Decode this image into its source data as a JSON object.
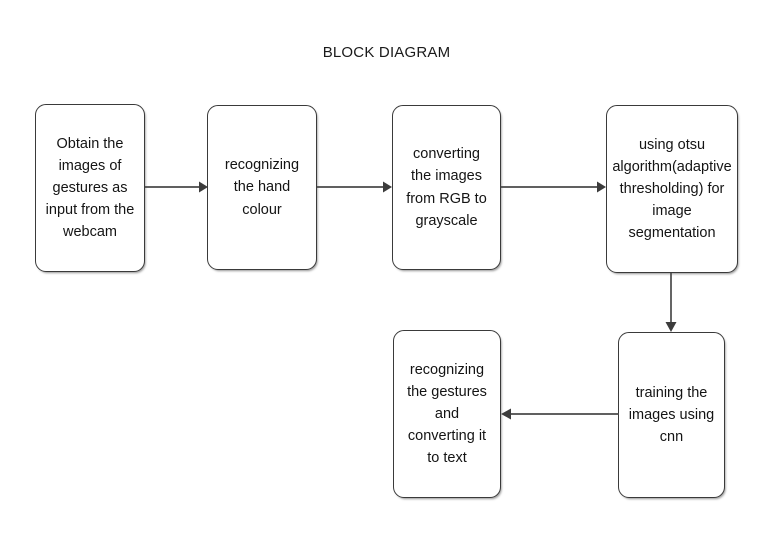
{
  "diagram": {
    "title": "BLOCK DIAGRAM",
    "background_color": "#ffffff",
    "node_border_color": "#3a3a3a",
    "node_fill_color": "#ffffff",
    "text_color": "#141414",
    "connector_color": "#4a4a4a",
    "nodes": [
      {
        "id": "capture",
        "label": "Obtain the\nimages of\ngestures as\ninput from the\nwebcam"
      },
      {
        "id": "hand-colour",
        "label": "recognizing\nthe hand\ncolour"
      },
      {
        "id": "grayscale",
        "label": "converting\nthe images\nfrom RGB to\ngrayscale"
      },
      {
        "id": "segmentation",
        "label": "using otsu\nalgorithm(adaptive\nthresholding) for\nimage\nsegmentation"
      },
      {
        "id": "training",
        "label": "training the\nimages using\ncnn"
      },
      {
        "id": "output",
        "label": "recognizing\nthe gestures\nand\nconverting it\nto text"
      }
    ],
    "connectors": [
      {
        "id": "capture-to-hand-colour",
        "from": "capture",
        "to": "hand-colour",
        "direction": "right"
      },
      {
        "id": "hand-colour-to-grayscale",
        "from": "hand-colour",
        "to": "grayscale",
        "direction": "right"
      },
      {
        "id": "grayscale-to-segmentation",
        "from": "grayscale",
        "to": "segmentation",
        "direction": "right"
      },
      {
        "id": "segmentation-to-training",
        "from": "segmentation",
        "to": "training",
        "direction": "down"
      },
      {
        "id": "training-to-output",
        "from": "training",
        "to": "output",
        "direction": "left"
      }
    ]
  }
}
